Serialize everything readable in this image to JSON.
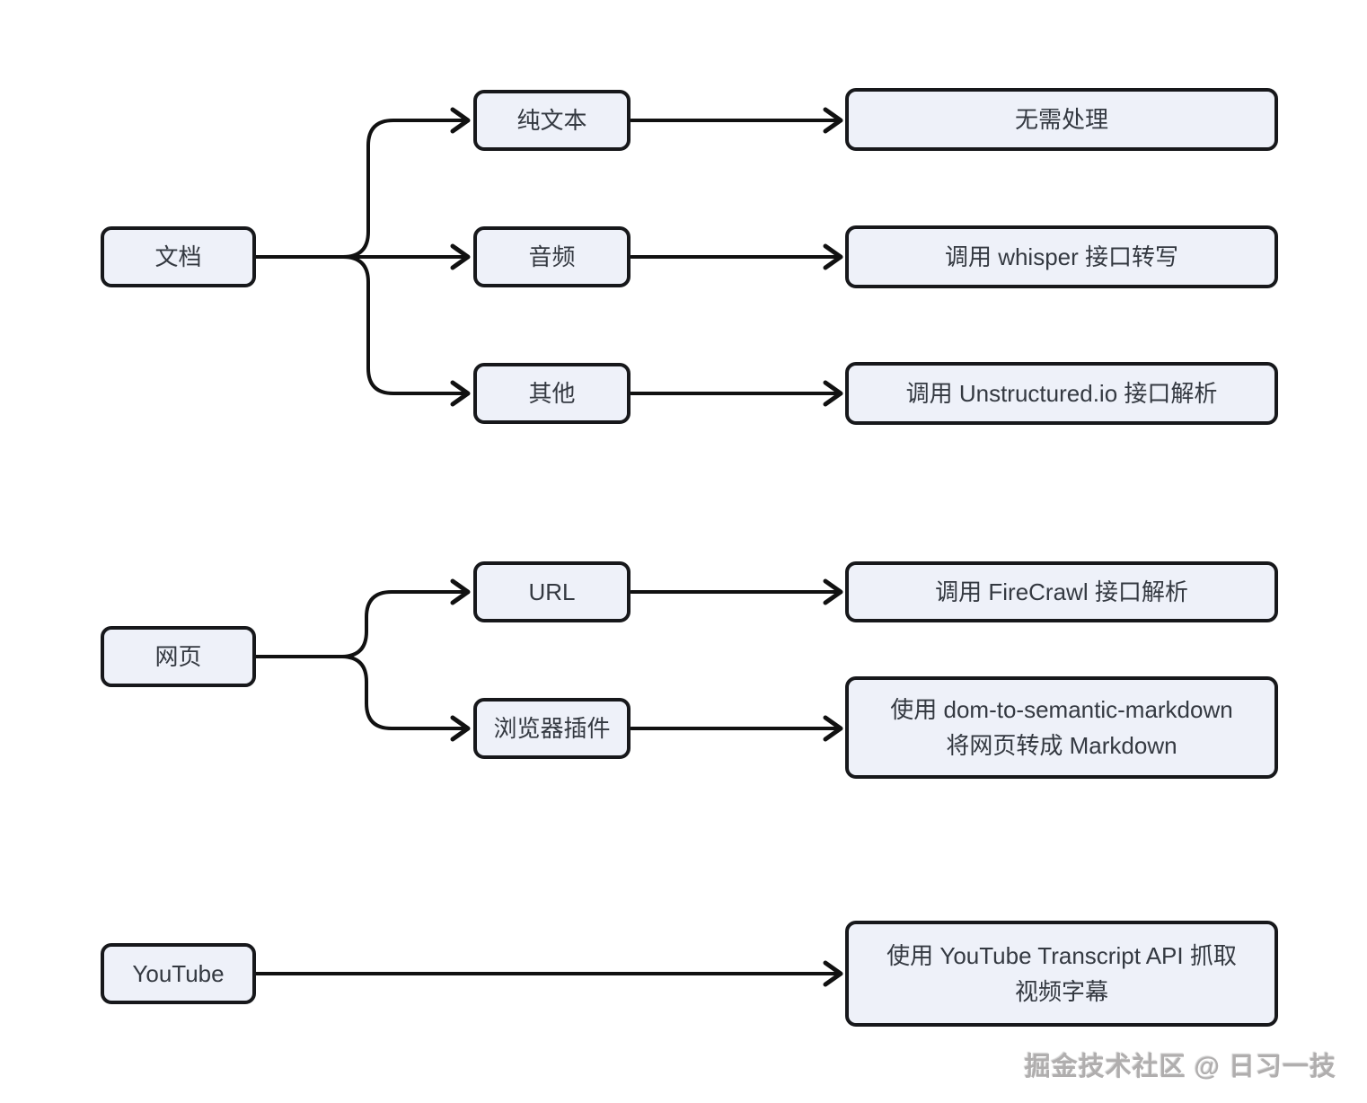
{
  "diagram": {
    "type": "flowchart",
    "colors": {
      "node_fill": "#eef1f9",
      "node_border": "#17181b",
      "text": "#343941",
      "line": "#111111",
      "watermark": "#b0aeae",
      "background": "#ffffff"
    },
    "nodes": {
      "doc": {
        "label": "文档"
      },
      "plain_text": {
        "label": "纯文本"
      },
      "audio": {
        "label": "音频"
      },
      "other": {
        "label": "其他"
      },
      "no_processing": {
        "label": "无需处理"
      },
      "whisper": {
        "label": "调用 whisper 接口转写"
      },
      "unstructured": {
        "label": "调用 Unstructured.io 接口解析"
      },
      "webpage": {
        "label": "网页"
      },
      "url": {
        "label": "URL"
      },
      "browser_plugin": {
        "label": "浏览器插件"
      },
      "firecrawl": {
        "label": "调用 FireCrawl 接口解析"
      },
      "dom_to_md": {
        "label": "使用 dom-to-semantic-markdown\n将网页转成 Markdown"
      },
      "youtube": {
        "label": "YouTube"
      },
      "yt_transcript": {
        "label": "使用 YouTube Transcript API 抓取\n视频字幕"
      }
    },
    "edges": [
      {
        "from": "文档",
        "to": "纯文本"
      },
      {
        "from": "文档",
        "to": "音频"
      },
      {
        "from": "文档",
        "to": "其他"
      },
      {
        "from": "纯文本",
        "to": "无需处理"
      },
      {
        "from": "音频",
        "to": "调用 whisper 接口转写"
      },
      {
        "from": "其他",
        "to": "调用 Unstructured.io 接口解析"
      },
      {
        "from": "网页",
        "to": "URL"
      },
      {
        "from": "网页",
        "to": "浏览器插件"
      },
      {
        "from": "URL",
        "to": "调用 FireCrawl 接口解析"
      },
      {
        "from": "浏览器插件",
        "to": "使用 dom-to-semantic-markdown 将网页转成 Markdown"
      },
      {
        "from": "YouTube",
        "to": "使用 YouTube Transcript API 抓取视频字幕"
      }
    ],
    "watermark": "掘金技术社区 @ 日习一技"
  }
}
